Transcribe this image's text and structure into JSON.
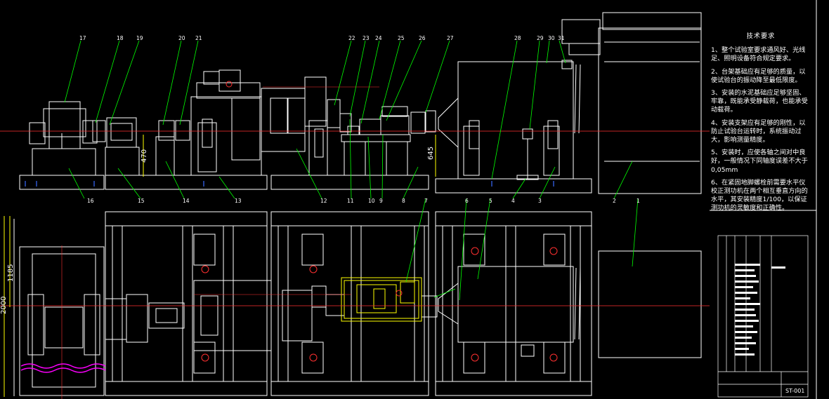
{
  "drawing": {
    "notes_title": "技术要求",
    "notes": [
      "1、整个试验室要求通风好、光线足、照明设备符合规定要求。",
      "2、台架基础应有足够的质量，以使试验台的振动降至最低限度。",
      "3、安装的水泥基础应足够坚固、牢靠，既能承受静载荷，也能承受动载荷。",
      "4、安装支架应有足够的刚性，以防止试验台运转时，系统振动过大，影响测量精度。",
      "5、安装时，应使各轴之间对中良好，一般情况下同轴度误差不大于0,05mm",
      "6、在紧固地脚螺栓前需要水平仪校正测功机在两个相互垂直方向的水平，其安装精度1/100，以保证测功机的灵敏度和正确性。"
    ],
    "dimensions": [
      "470",
      "645",
      "1185",
      "2000"
    ],
    "part_numbers_top": [
      "17",
      "18",
      "19",
      "20",
      "21",
      "22",
      "23",
      "24",
      "25",
      "26",
      "27",
      "28",
      "29",
      "30",
      "31"
    ],
    "part_numbers_bottom": [
      "16",
      "15",
      "14",
      "13",
      "12",
      "11",
      "10",
      "9",
      "8",
      "7",
      "6",
      "5",
      "4",
      "3",
      "2",
      "1"
    ],
    "title_block_code": "ST-001",
    "colors": {
      "line": "#ffffff",
      "leader": "#00ff00",
      "axis": "#ff3030",
      "highlight": "#ffff00",
      "hatch": "#ff00ff",
      "accent": "#0000ff"
    }
  }
}
